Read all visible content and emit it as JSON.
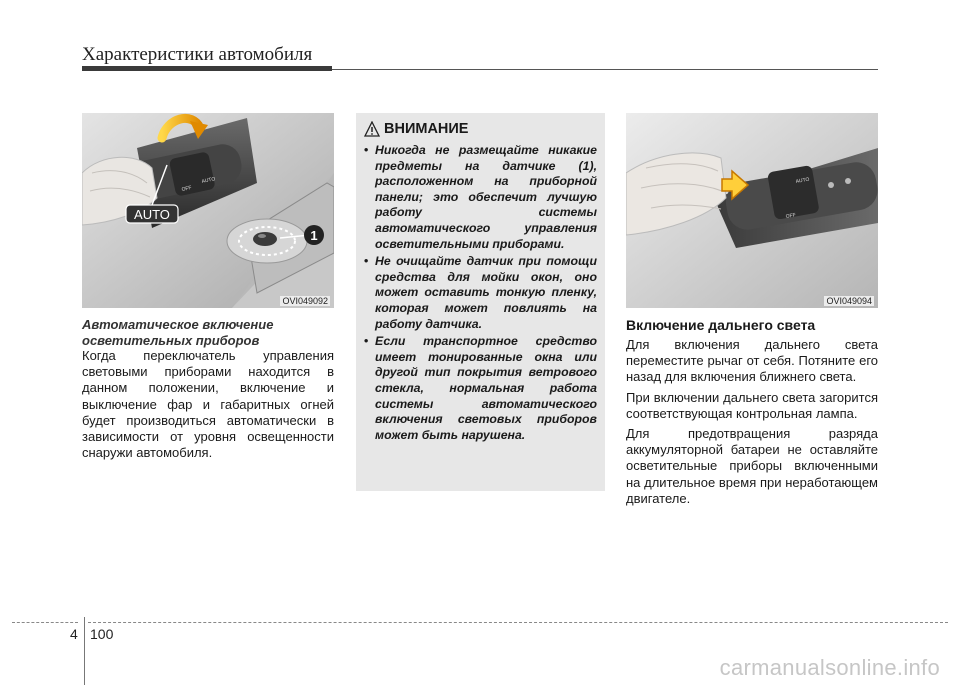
{
  "header": {
    "title": "Характеристики автомобиля"
  },
  "figure1": {
    "code": "OVI049092",
    "auto_label": "AUTO",
    "callout": "1"
  },
  "section1": {
    "caption_line1": "Автоматическое включение",
    "caption_line2": "осветительных приборов",
    "body": "Когда переключатель управления световыми приборами находится в данном положении, включение и выключение фар и габаритных огней будет производиться автоматически в зависимости от уровня освещенности снаружи автомобиля."
  },
  "warning": {
    "title": "ВНИМАНИЕ",
    "items": [
      "Никогда не размещайте никакие предметы на датчике (1), расположенном на приборной панели; это обеспечит лучшую работу системы автоматического управления осветительными приборами.",
      "Не очищайте датчик при помощи средства для мойки окон, оно может оставить тонкую пленку, которая может повлиять на работу датчика.",
      "Если транспортное средство имеет тонированные окна или другой тип покрытия ветрового стекла, нормальная работа системы автоматического включения световых приборов может быть нарушена."
    ]
  },
  "figure2": {
    "code": "OVI049094"
  },
  "section2": {
    "heading": "Включение дальнего света",
    "para1": "Для включения дальнего света переместите рычаг от себя. Потяните его назад для включения ближнего света.",
    "para2": "При включении дальнего света загорится соответствующая контрольная лампа.",
    "para3": "Для предотвращения разряда аккумуляторной батареи не оставляйте осветительные приборы включенными на длительное время при неработающем двигателе."
  },
  "footer": {
    "section_number": "4",
    "page_number": "100"
  },
  "watermark": "carmanualsonline.info"
}
